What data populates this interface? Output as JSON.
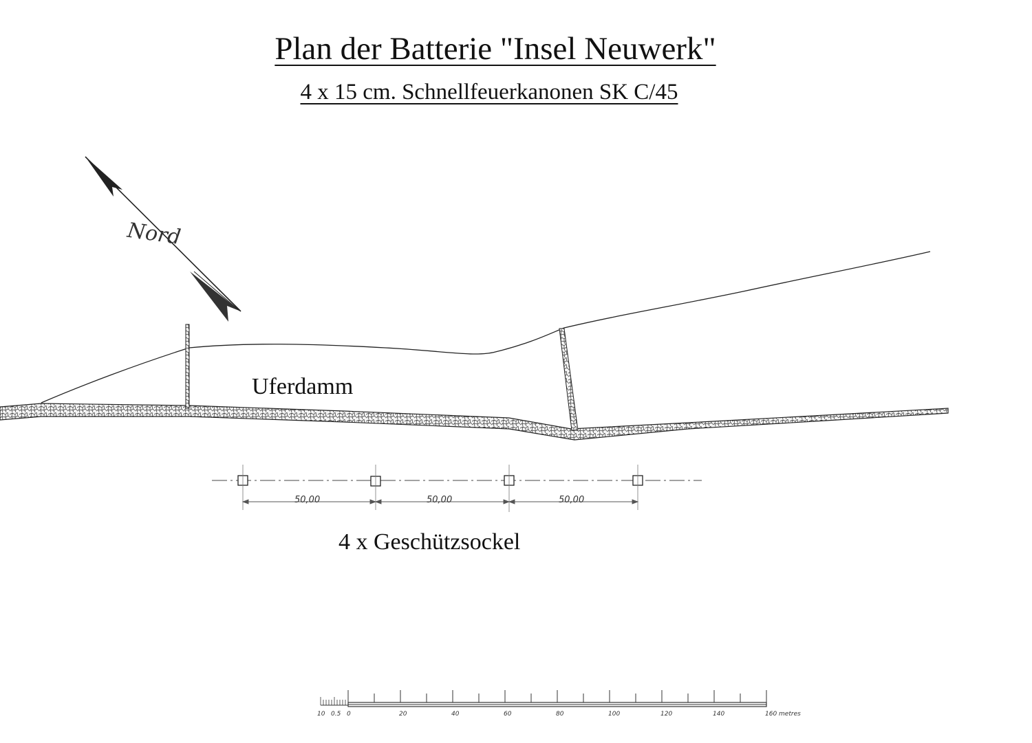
{
  "title": "Plan der Batterie \"Insel Neuwerk\"",
  "subtitle": "4 x 15 cm. Schnellfeuerkanonen SK C/45",
  "north_arrow": {
    "label": "Nord",
    "icon": "north-arrow-icon"
  },
  "labels": {
    "embankment": "Uferdamm",
    "gun_emplacements": "4 x Geschützsockel"
  },
  "gun_positions": {
    "count": 4,
    "spacings": [
      "50,00",
      "50,00",
      "50,00"
    ]
  },
  "scale_bar": {
    "unit": "metres",
    "minor_labels": [
      "10",
      "0.5"
    ],
    "major_labels": [
      "0",
      "20",
      "40",
      "60",
      "80",
      "100",
      "120",
      "140",
      "160"
    ],
    "unit_label": "160 metres"
  }
}
